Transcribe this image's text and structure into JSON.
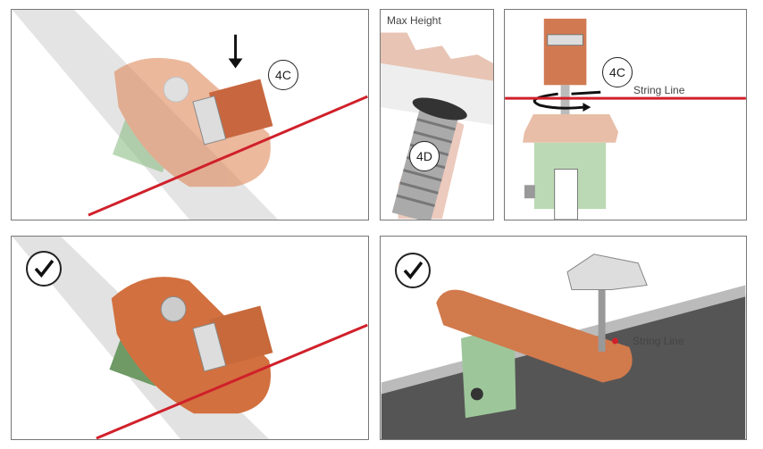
{
  "panels": {
    "top_left": {
      "badge": "4C"
    },
    "top_middle": {
      "title": "Max Height",
      "badge": "4D"
    },
    "top_right": {
      "badge": "4C",
      "string_line_label": "String Line"
    },
    "bottom_left": {
      "status_icon": "checkmark-icon"
    },
    "bottom_right": {
      "status_icon": "checkmark-icon",
      "string_line_label": "String Line"
    }
  },
  "colors": {
    "string_line": "#d0202a",
    "clamp_copper": "#d9794f",
    "base_green": "#9dc79a",
    "rail": "#b9b9b9"
  }
}
